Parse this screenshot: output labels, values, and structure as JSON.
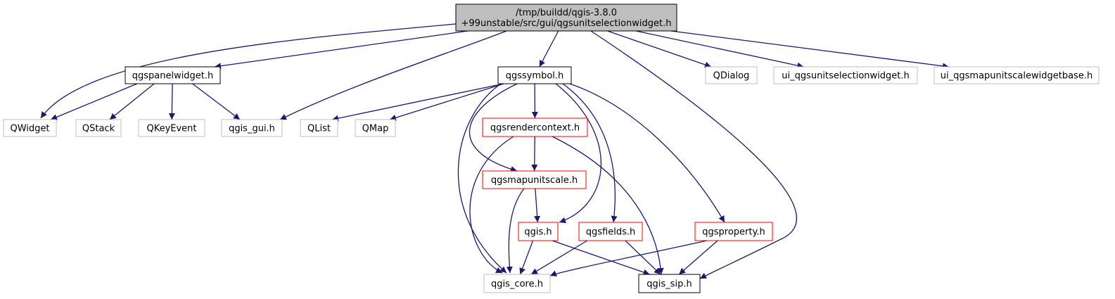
{
  "colors": {
    "edge": "#191970",
    "root_fill": "#bfbfbf",
    "black_border": "#000000",
    "red_border": "#ff0000",
    "gray_border": "#bfbfbf",
    "text": "#000000"
  },
  "nodes": [
    {
      "id": "root",
      "label": [
        "/tmp/buildd/qgis-3.8.0",
        "+99unstable/src/gui/qgsunitselectionwidget.h"
      ],
      "style": "root"
    },
    {
      "id": "qgspanelwidget",
      "label": [
        "qgspanelwidget.h"
      ],
      "style": "black"
    },
    {
      "id": "qgssymbol",
      "label": [
        "qgssymbol.h"
      ],
      "style": "black"
    },
    {
      "id": "qdialog",
      "label": [
        "QDialog"
      ],
      "style": "gray"
    },
    {
      "id": "ui_unit",
      "label": [
        "ui_qgsunitselectionwidget.h"
      ],
      "style": "gray"
    },
    {
      "id": "ui_mapunit",
      "label": [
        "ui_qgsmapunitscalewidgetbase.h"
      ],
      "style": "gray"
    },
    {
      "id": "qwidget",
      "label": [
        "QWidget"
      ],
      "style": "gray"
    },
    {
      "id": "qstack",
      "label": [
        "QStack"
      ],
      "style": "gray"
    },
    {
      "id": "qkeyevent",
      "label": [
        "QKeyEvent"
      ],
      "style": "gray"
    },
    {
      "id": "qgis_gui",
      "label": [
        "qgis_gui.h"
      ],
      "style": "gray"
    },
    {
      "id": "qlist",
      "label": [
        "QList"
      ],
      "style": "gray"
    },
    {
      "id": "qmap",
      "label": [
        "QMap"
      ],
      "style": "gray"
    },
    {
      "id": "qgsrendercontext",
      "label": [
        "qgsrendercontext.h"
      ],
      "style": "red"
    },
    {
      "id": "qgsmapunitscale",
      "label": [
        "qgsmapunitscale.h"
      ],
      "style": "red"
    },
    {
      "id": "qgis",
      "label": [
        "qgis.h"
      ],
      "style": "red"
    },
    {
      "id": "qgsfields",
      "label": [
        "qgsfields.h"
      ],
      "style": "red"
    },
    {
      "id": "qgsproperty",
      "label": [
        "qgsproperty.h"
      ],
      "style": "red"
    },
    {
      "id": "qgis_core",
      "label": [
        "qgis_core.h"
      ],
      "style": "gray"
    },
    {
      "id": "qgis_sip",
      "label": [
        "qgis_sip.h"
      ],
      "style": "black"
    }
  ],
  "edges": [
    [
      "root",
      "qgspanelwidget"
    ],
    [
      "root",
      "qwidget"
    ],
    [
      "root",
      "qgis_gui"
    ],
    [
      "root",
      "qgssymbol"
    ],
    [
      "root",
      "qdialog"
    ],
    [
      "root",
      "ui_unit"
    ],
    [
      "root",
      "ui_mapunit"
    ],
    [
      "root",
      "qgis_sip"
    ],
    [
      "qgspanelwidget",
      "qwidget"
    ],
    [
      "qgspanelwidget",
      "qstack"
    ],
    [
      "qgspanelwidget",
      "qkeyevent"
    ],
    [
      "qgspanelwidget",
      "qgis_gui"
    ],
    [
      "qgssymbol",
      "qlist"
    ],
    [
      "qgssymbol",
      "qmap"
    ],
    [
      "qgssymbol",
      "qgsrendercontext"
    ],
    [
      "qgssymbol",
      "qgsmapunitscale"
    ],
    [
      "qgssymbol",
      "qgis"
    ],
    [
      "qgssymbol",
      "qgsfields"
    ],
    [
      "qgssymbol",
      "qgsproperty"
    ],
    [
      "qgssymbol",
      "qgis_core"
    ],
    [
      "qgsrendercontext",
      "qgsmapunitscale"
    ],
    [
      "qgsrendercontext",
      "qgis_core"
    ],
    [
      "qgsrendercontext",
      "qgis_sip"
    ],
    [
      "qgsmapunitscale",
      "qgis"
    ],
    [
      "qgsmapunitscale",
      "qgis_core"
    ],
    [
      "qgis",
      "qgis_core"
    ],
    [
      "qgis",
      "qgis_sip"
    ],
    [
      "qgsfields",
      "qgis_core"
    ],
    [
      "qgsfields",
      "qgis_sip"
    ],
    [
      "qgsproperty",
      "qgis_core"
    ],
    [
      "qgsproperty",
      "qgis_sip"
    ]
  ]
}
